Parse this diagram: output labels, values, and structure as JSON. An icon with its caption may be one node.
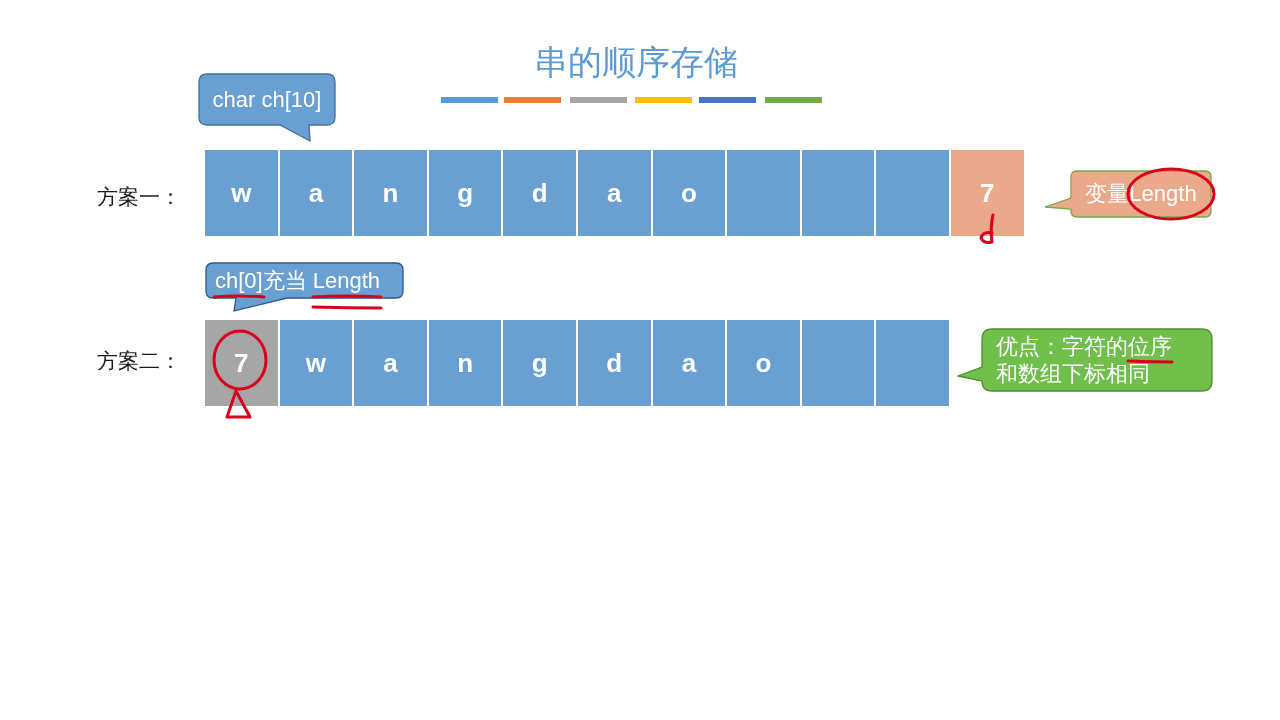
{
  "diagram": {
    "title": "串的顺序存储",
    "nodes": [
      {
        "text": [
          "char ch[10]"
        ]
      },
      {
        "text": [
          "w"
        ]
      },
      {
        "text": [
          "a"
        ]
      },
      {
        "text": [
          "n"
        ]
      },
      {
        "text": [
          "g"
        ]
      },
      {
        "text": [
          "d"
        ]
      },
      {
        "text": [
          "a"
        ]
      },
      {
        "text": [
          "o"
        ]
      },
      {
        "text": [],
        "shape": "box"
      },
      {
        "text": [],
        "shape": "box"
      },
      {
        "text": [],
        "shape": "box"
      },
      {
        "text": [
          "7"
        ]
      },
      {
        "text": [
          "变量Length"
        ]
      },
      {
        "text": [
          "ch[0]充当 Length"
        ]
      },
      {
        "text": [
          "7"
        ]
      },
      {
        "text": [
          "w"
        ]
      },
      {
        "text": [
          "a"
        ]
      },
      {
        "text": [
          "n"
        ]
      },
      {
        "text": [
          "g"
        ]
      },
      {
        "text": [
          "d"
        ]
      },
      {
        "text": [
          "a"
        ]
      },
      {
        "text": [
          "o"
        ]
      },
      {
        "text": [],
        "shape": "box"
      },
      {
        "text": [],
        "shape": "box"
      },
      {
        "text": [
          "优点：字符的位序和数组下标相同"
        ]
      }
    ],
    "labels": [
      "方案一：",
      "方案二："
    ]
  }
}
